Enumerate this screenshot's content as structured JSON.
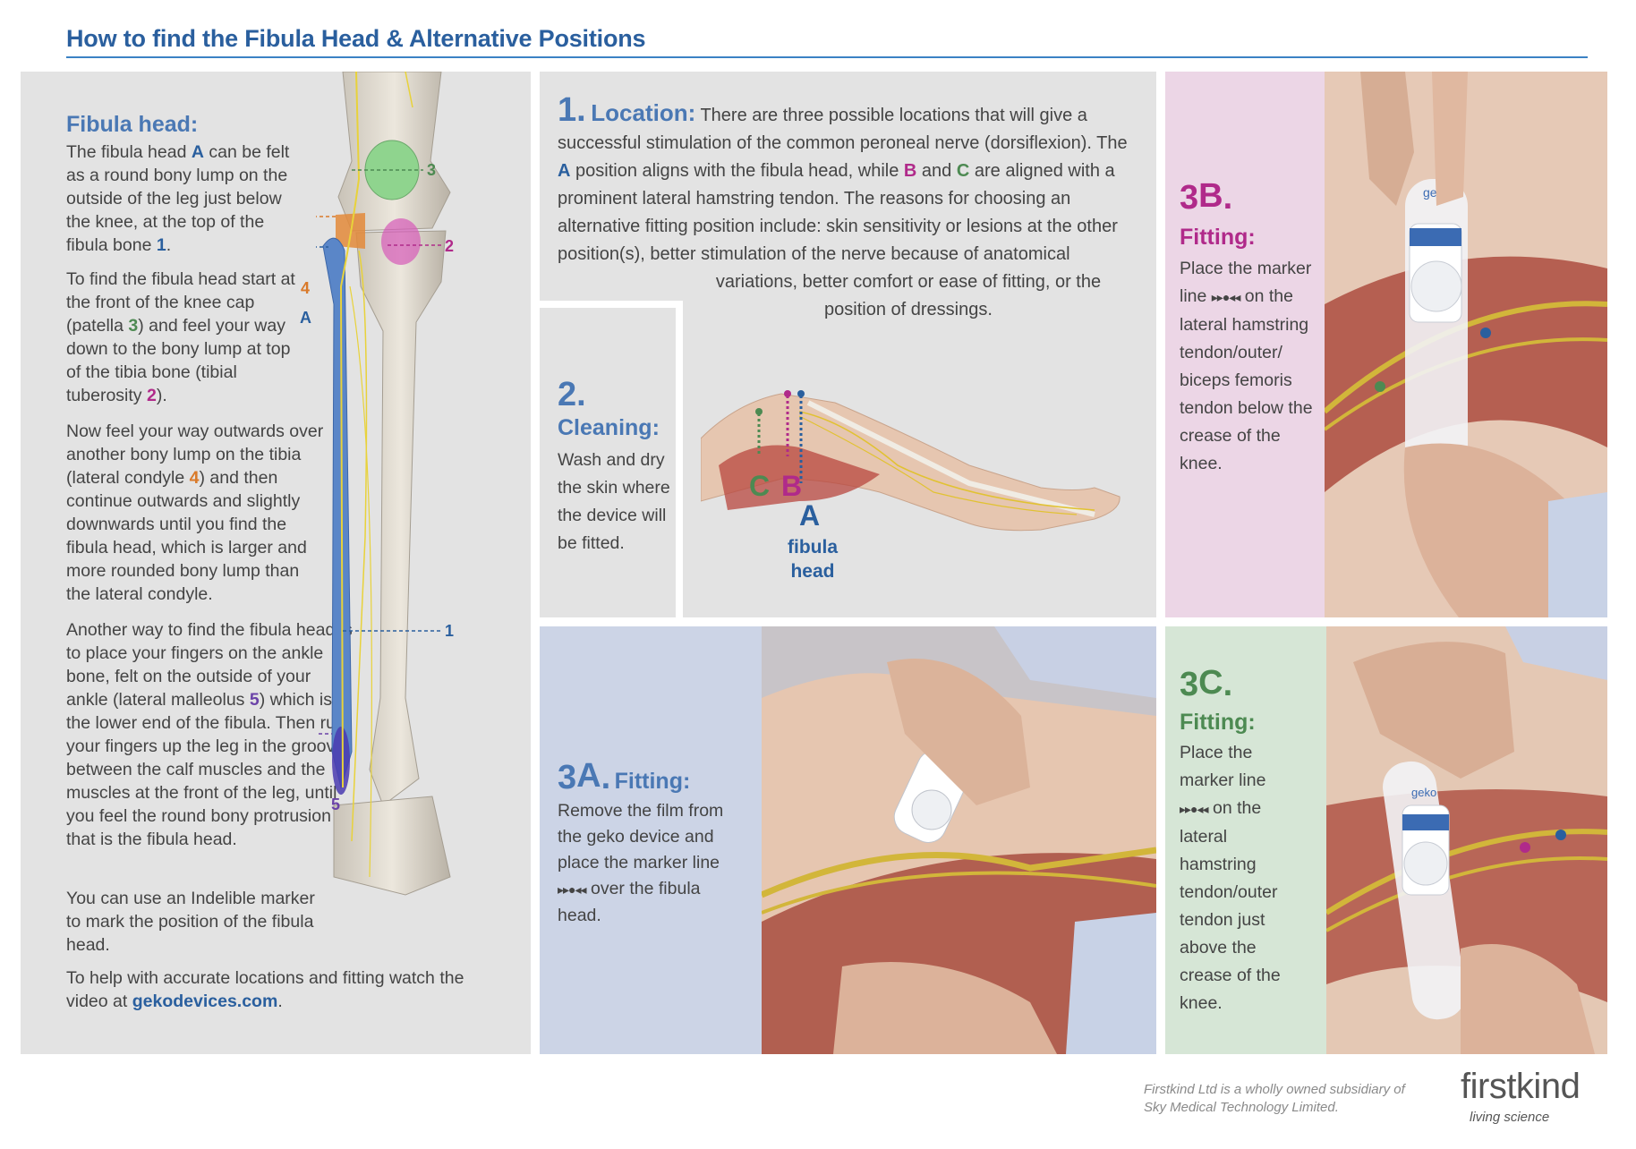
{
  "page": {
    "title": "How to find the Fibula Head & Alternative Positions"
  },
  "left": {
    "heading": "Fibula head:",
    "p1": {
      "a": "The fibula head ",
      "b": "A",
      "c": " can be felt as a round bony lump  on the outside of the leg just below the knee, at the top of the fibula bone ",
      "d": "1",
      "e": "."
    },
    "p2": {
      "a": "To find the fibula head start at the front of the knee cap (patella ",
      "b": "3",
      "c": ") and feel your way down to the bony lump at top of the tibia bone (tibial tuberosity ",
      "d": "2",
      "e": ")."
    },
    "p3": {
      "a": "Now feel your way outwards over another bony lump on the tibia (lateral condyle ",
      "b": "4",
      "c": ") and then continue outwards and slightly downwards until you find the fibula head, which is larger and more rounded bony lump than the lateral condyle."
    },
    "p4": {
      "a": "Another way to find the fibula head is to place your fingers on the ankle bone, felt on the outside of your ankle (lateral malleolus  ",
      "b": "5",
      "c": ") which is the lower end of the fibula. Then run your fingers up the leg in the groove between the calf muscles and the muscles at the front of the leg, until you feel the round bony protrusion that is the fibula head."
    },
    "p5": "You can use an Indelible marker to mark the position of the fibula head.",
    "p6": {
      "a": "To help with accurate locations and fitting watch the video at ",
      "link": "gekodevices.com",
      "c": "."
    },
    "leg_labels": {
      "n1": "1",
      "n2": "2",
      "n3": "3",
      "n4": "4",
      "n5": "5",
      "A": "A"
    }
  },
  "location": {
    "num": "1.",
    "label": "Location:",
    "t1": " There are three possible locations that will give a successful stimulation of the common peroneal nerve (dorsiflexion). The ",
    "A": "A",
    "t2": " position aligns with the fibula head, while ",
    "B": "B",
    "t3": " and ",
    "C": "C",
    "t4": " are aligned with a prominent lateral hamstring tendon. The reasons for choosing an alternative  fitting position include: skin sensitivity or lesions at the other position(s), better stimulation of the nerve because of anatomical",
    "t5": "variations, better comfort or ease of fitting, or the position of dressings.",
    "diagram": {
      "C": "C",
      "B": "B",
      "A": "A",
      "fibula": "fibula",
      "head": "head"
    }
  },
  "cleaning": {
    "num": "2.",
    "label": "Cleaning:",
    "text": "Wash and dry the skin where the device will be fitted."
  },
  "fit_a": {
    "num": "3",
    "sup": "A",
    "dot": ".",
    "label": "Fitting:",
    "t1": "Remove the film from the geko device and place the marker line ",
    "marker": "▸▸●◂◂",
    "t2": " over the fibula head."
  },
  "fit_b": {
    "num": "3",
    "sup": "B",
    "dot": ".",
    "label": "Fitting:",
    "t1": "Place the marker line ",
    "marker": "▸▸●◂◂",
    "t2": " on the lateral hamstring tendon/outer/ biceps femoris tendon below the crease of the knee.",
    "device": "geko"
  },
  "fit_c": {
    "num": "3",
    "sup": "C",
    "dot": ".",
    "label": "Fitting:",
    "t1": "Place the marker line ",
    "marker": "▸▸●◂◂",
    "t2": " on the lateral hamstring tendon/outer tendon just above the crease of the knee.",
    "device": "geko"
  },
  "footer": {
    "note_line1": "Firstkind Ltd is a wholly owned subsidiary of",
    "note_line2": "Sky Medical Technology Limited.",
    "logo": "firstkind",
    "tagline": "living science"
  },
  "colors": {
    "blue": "#2a5f9e",
    "magenta": "#b02a8a",
    "green": "#4d8a52",
    "orange": "#d97a2a",
    "purple": "#6b43a8"
  }
}
